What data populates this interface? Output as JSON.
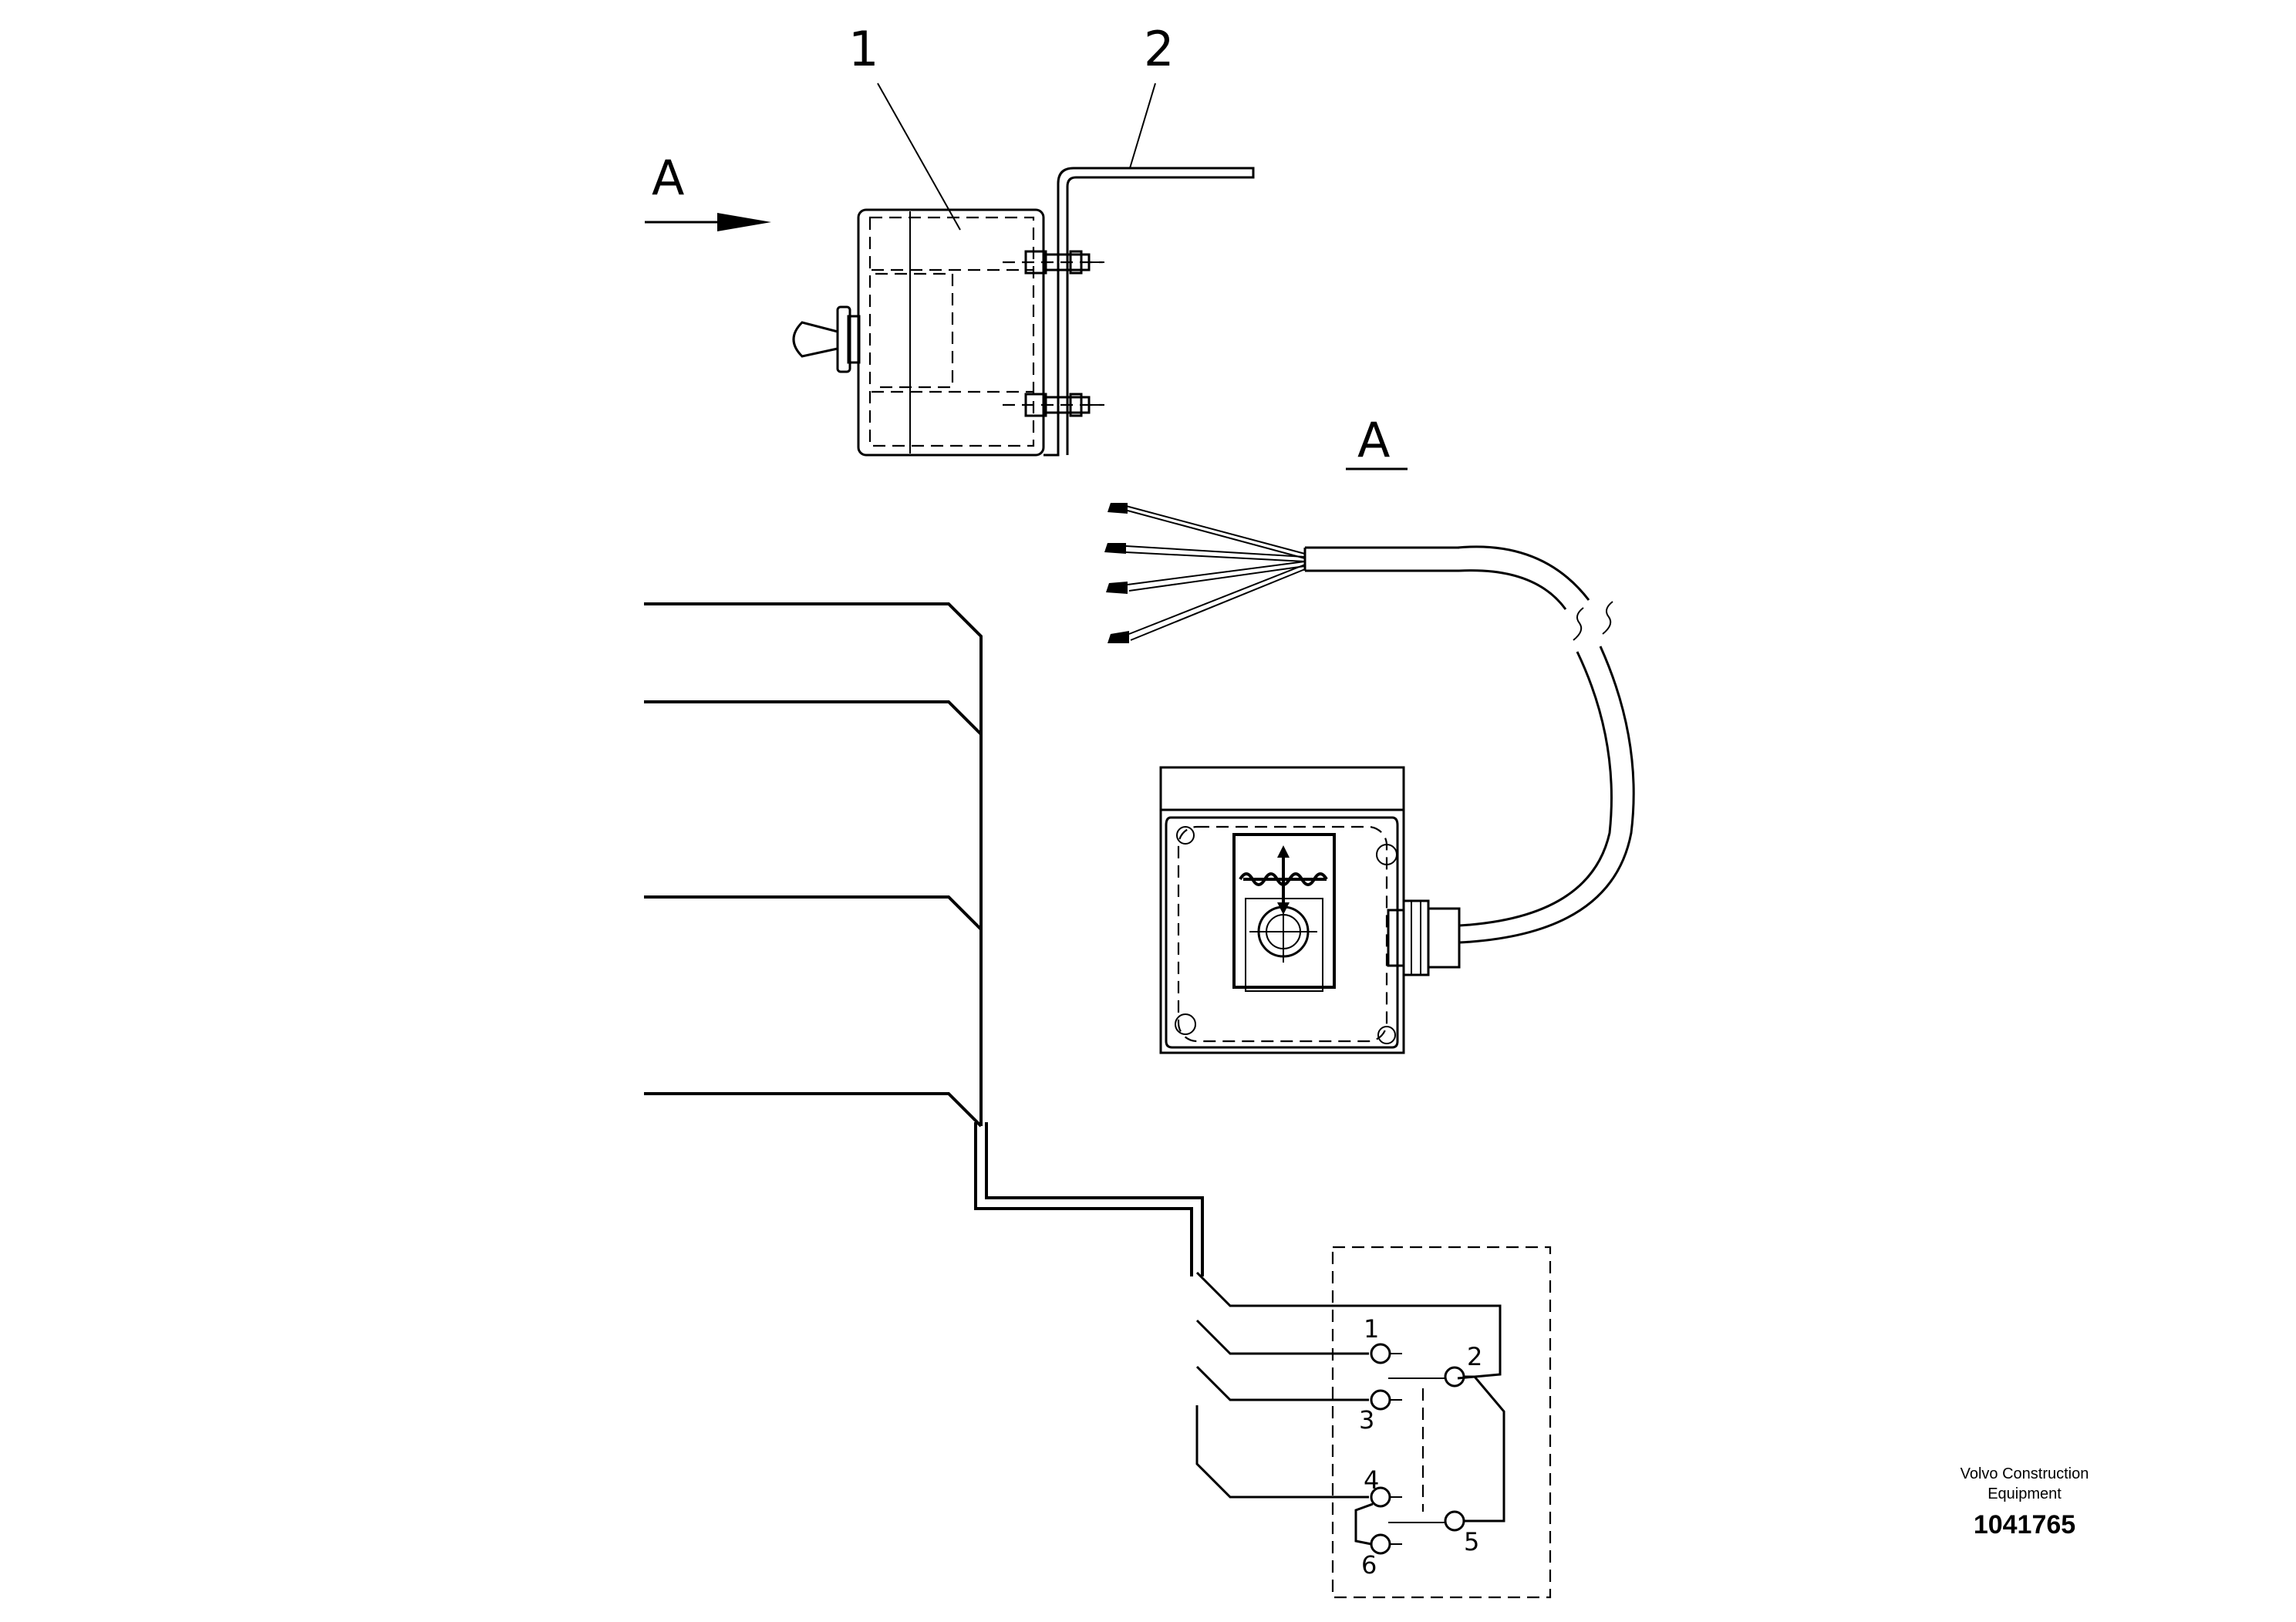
{
  "callouts": {
    "item1": "1",
    "item2": "2"
  },
  "view": {
    "arrow_label": "A",
    "section_label": "A"
  },
  "pins": {
    "p1": "1",
    "p2": "2",
    "p3": "3",
    "p4": "4",
    "p5": "5",
    "p6": "6"
  },
  "footer": {
    "company_line1": "Volvo Construction",
    "company_line2": "Equipment",
    "document_number": "1041765"
  }
}
